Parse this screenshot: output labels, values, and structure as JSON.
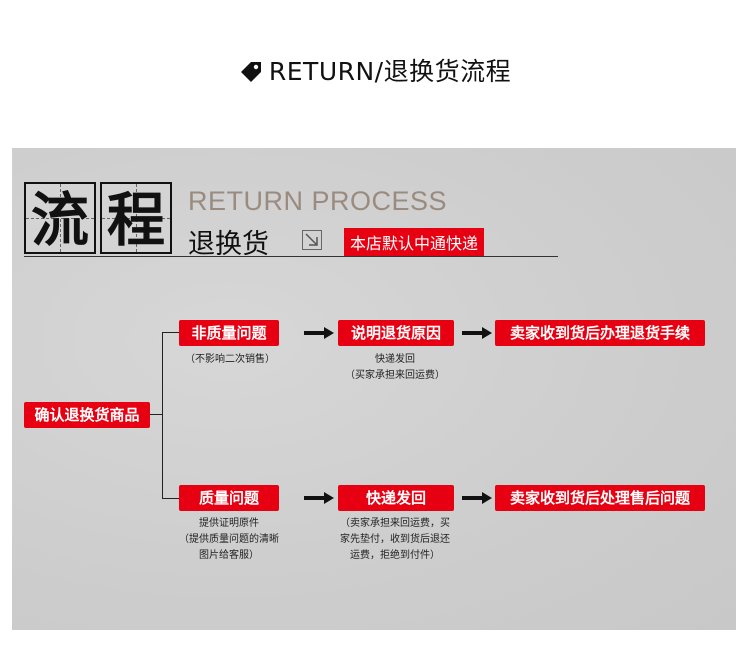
{
  "header": {
    "title": "RETURN/退换货流程"
  },
  "banner": {
    "big1": "流",
    "big2": "程",
    "en": "RETURN PROCESS",
    "cn": "退换货",
    "badge": "本店默认中通快递"
  },
  "flow": {
    "start": "确认退换货商品",
    "top": {
      "step1": "非质量问题",
      "step1_note": "（不影响二次销售）",
      "step2": "说明退货原因",
      "step2_note1": "快递发回",
      "step2_note2": "（买家承担来回运费）",
      "step3": "卖家收到货后办理退货手续"
    },
    "bottom": {
      "step1": "质量问题",
      "step1_note1": "提供证明原件",
      "step1_note2": "（提供质量问题的清晰",
      "step1_note3": "图片给客服）",
      "step2": "快递发回",
      "step2_note1": "（卖家承担来回运费，买",
      "step2_note2": "家先垫付，收到货后退还",
      "step2_note3": "运费，拒绝到付件）",
      "step3": "卖家收到货后处理售后问题"
    }
  },
  "colors": {
    "accent": "#e60012",
    "panel": "#cfcfcf",
    "en_text": "#9a8b7e"
  }
}
